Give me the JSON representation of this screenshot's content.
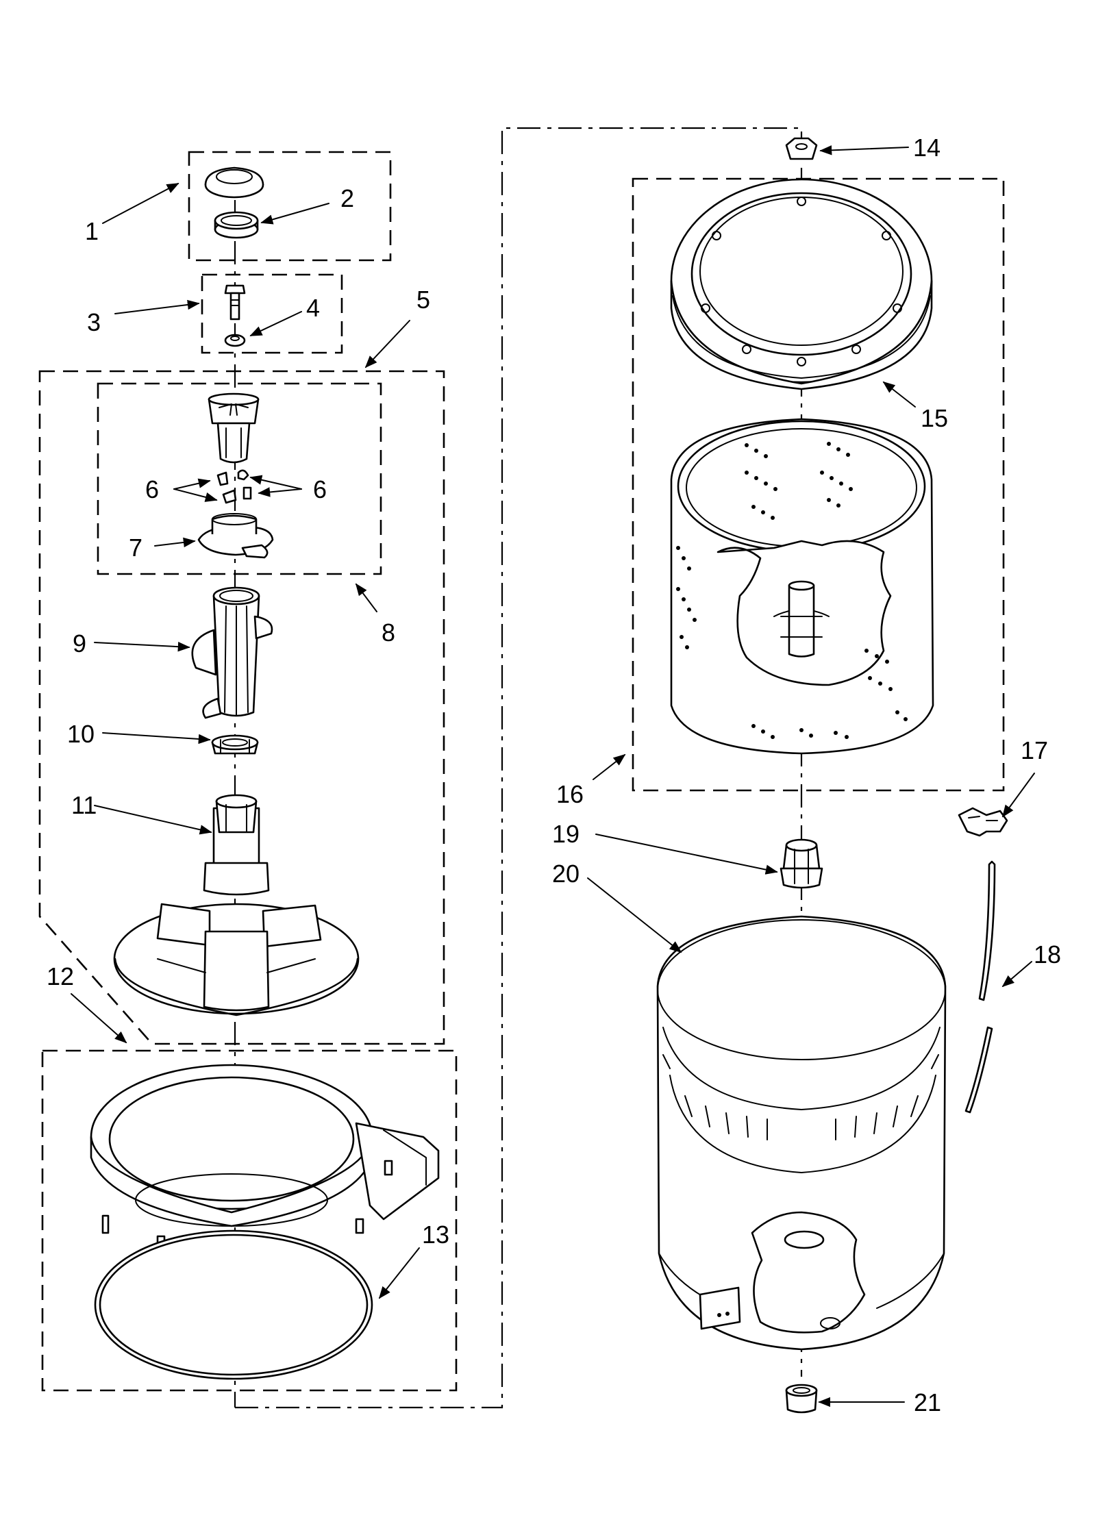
{
  "callouts": {
    "c1": "1",
    "c2": "2",
    "c3": "3",
    "c4": "4",
    "c5": "5",
    "c6a": "6",
    "c6b": "6",
    "c7": "7",
    "c8": "8",
    "c9": "9",
    "c10": "10",
    "c11": "11",
    "c12": "12",
    "c13": "13",
    "c14": "14",
    "c15": "15",
    "c16": "16",
    "c17": "17",
    "c18": "18",
    "c19": "19",
    "c20": "20",
    "c21": "21"
  },
  "colors": {
    "line": "#000000",
    "background": "#ffffff"
  }
}
